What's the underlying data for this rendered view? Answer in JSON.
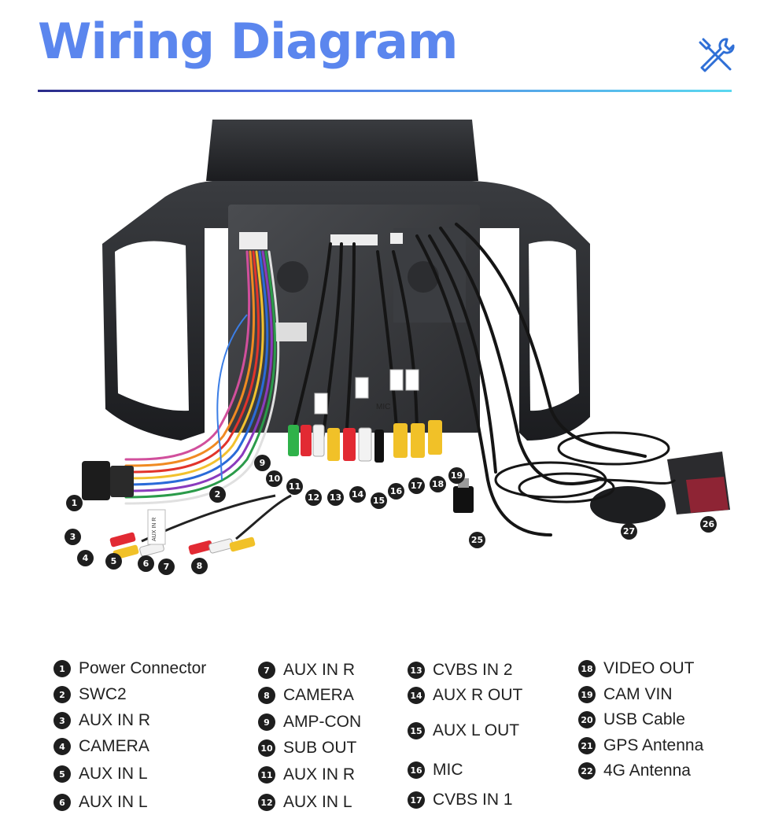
{
  "header": {
    "title": "Wiring Diagram",
    "icon": "tools-icon",
    "accent_color": "#5b86ee"
  },
  "callouts": [
    "1",
    "2",
    "3",
    "4",
    "5",
    "6",
    "7",
    "8",
    "9",
    "10",
    "11",
    "12",
    "13",
    "14",
    "15",
    "16",
    "17",
    "18",
    "19",
    "25",
    "26",
    "27"
  ],
  "tags": [
    "AUX IN R",
    "MIC"
  ],
  "legend": [
    [
      {
        "num": "1",
        "label": "Power Connector"
      },
      {
        "num": "2",
        "label": "SWC2"
      },
      {
        "num": "3",
        "label": "AUX IN R"
      },
      {
        "num": "4",
        "label": "CAMERA"
      },
      {
        "num": "5",
        "label": "AUX IN L"
      },
      {
        "num": "6",
        "label": "AUX IN L"
      }
    ],
    [
      {
        "num": "7",
        "label": "AUX IN R"
      },
      {
        "num": "8",
        "label": "CAMERA"
      },
      {
        "num": "9",
        "label": "AMP-CON"
      },
      {
        "num": "10",
        "label": "SUB OUT"
      },
      {
        "num": "11",
        "label": "AUX IN R"
      },
      {
        "num": "12",
        "label": "AUX IN L"
      }
    ],
    [
      {
        "num": "13",
        "label": "CVBS IN 2"
      },
      {
        "num": "14",
        "label": "AUX R OUT"
      },
      {
        "num": "15",
        "label": "AUX L OUT"
      },
      {
        "num": "16",
        "label": "MIC"
      },
      {
        "num": "17",
        "label": "CVBS IN 1"
      }
    ],
    [
      {
        "num": "18",
        "label": "VIDEO OUT"
      },
      {
        "num": "19",
        "label": "CAM VIN"
      },
      {
        "num": "20",
        "label": "USB  Cable"
      },
      {
        "num": "21",
        "label": "GPS Antenna"
      },
      {
        "num": "22",
        "label": "4G Antenna"
      }
    ]
  ]
}
